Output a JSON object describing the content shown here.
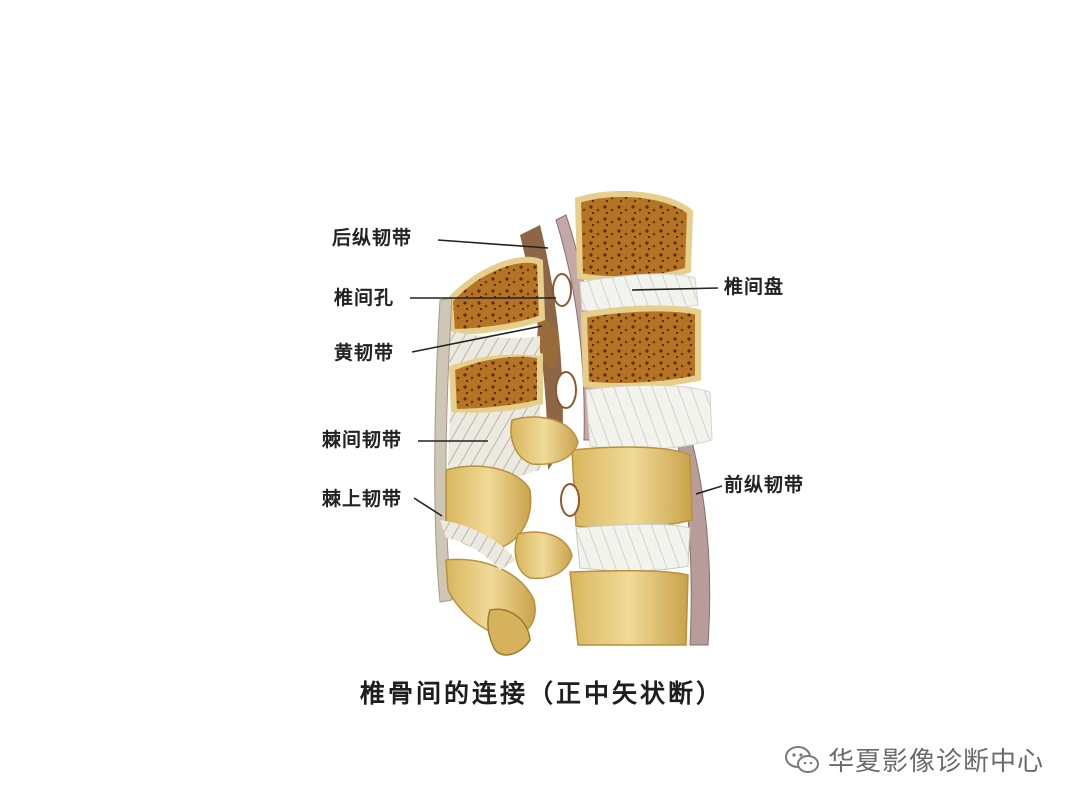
{
  "labels": {
    "posterior_longitudinal_ligament": "后纵韧带",
    "intervertebral_foramen": "椎间孔",
    "ligamentum_flavum": "黄韧带",
    "interspinous_ligament": "棘间韧带",
    "supraspinous_ligament": "棘上韧带",
    "intervertebral_disc": "椎间盘",
    "anterior_longitudinal_ligament": "前纵韧带"
  },
  "caption": "椎骨间的连接（正中矢状断）",
  "watermark": {
    "icon": "wechat-icon",
    "text": "华夏影像诊断中心"
  },
  "colors": {
    "bone": "#e8cf84",
    "bone_dark": "#c9a24a",
    "marrow": "#a86a1e",
    "marrow_pores": "#5a2e0a",
    "disc": "#f1f1ec",
    "ligament": "#c9bfae",
    "ligament_alt": "#b79c9a",
    "canal": "#7a4a26"
  }
}
